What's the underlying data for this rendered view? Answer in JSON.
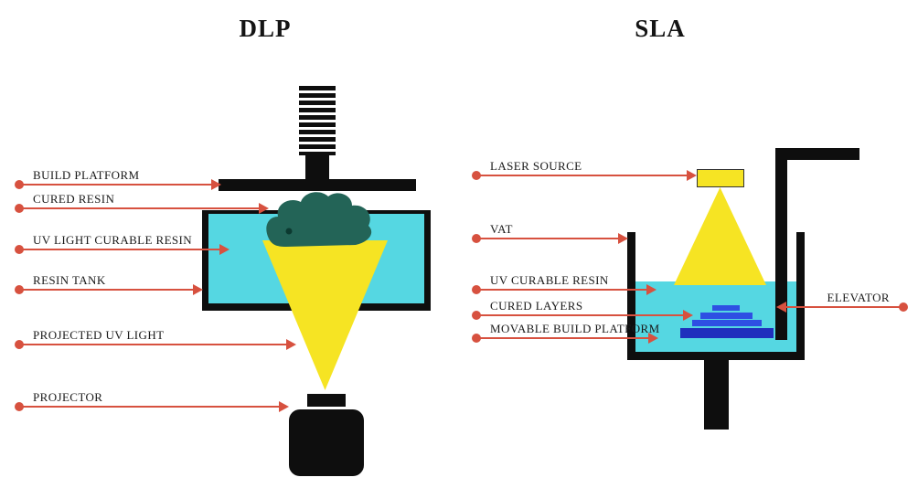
{
  "diagram": {
    "left": {
      "title": "DLP",
      "labels": [
        {
          "text": "BUILD PLATFORM"
        },
        {
          "text": "CURED RESIN"
        },
        {
          "text": "UV LIGHT CURABLE RESIN"
        },
        {
          "text": "RESIN TANK"
        },
        {
          "text": "PROJECTED UV LIGHT"
        },
        {
          "text": "PROJECTOR"
        }
      ]
    },
    "right": {
      "title": "SLA",
      "labels": [
        {
          "text": "LASER SOURCE"
        },
        {
          "text": "VAT"
        },
        {
          "text": "UV CURABLE RESIN"
        },
        {
          "text": "CURED LAYERS"
        },
        {
          "text": "MOVABLE BUILD PLATFORM"
        },
        {
          "text": "ELEVATOR"
        }
      ]
    },
    "colors": {
      "arrow": "#d7513f",
      "resin": "#55d7e2",
      "uv_light": "#f6e423",
      "cured_resin": "#236457",
      "cured_layers": "#2e4fe3",
      "platform_blue": "#1f2fbd",
      "structure": "#0e0e0e"
    }
  }
}
